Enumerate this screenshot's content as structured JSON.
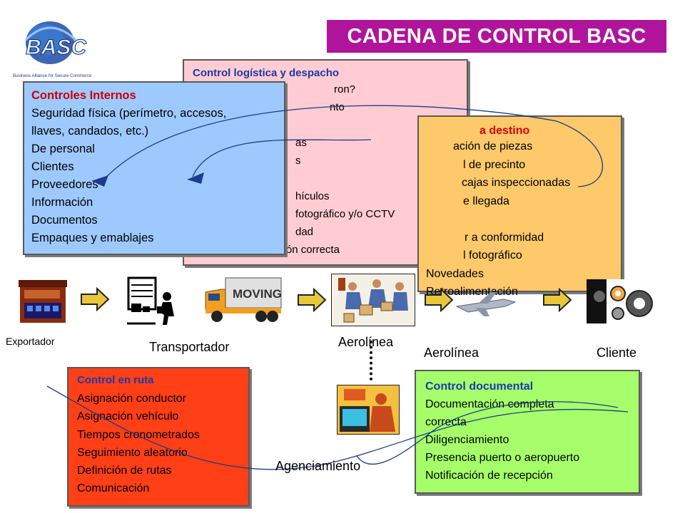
{
  "title": "CADENA DE CONTROL BASC",
  "logo": {
    "text": "BASC",
    "subtitle": "Business Alliance for Secure Commerce"
  },
  "boxes": {
    "logistica": {
      "title": "Control logística y despacho",
      "lines": [
        "ron?",
        "nto",
        "",
        "as",
        "s",
        "",
        "hículos",
        "fotográfico y/o CCTV",
        "dad",
        "Etiquetas y marcación correcta"
      ]
    },
    "destino": {
      "title": "a destino",
      "lines": [
        "ación de piezas",
        "l de precinto",
        "cajas inspeccionadas",
        "e llegada",
        "",
        "r a conformidad",
        "l fotográfico",
        "Novedades",
        "Retroalimentación"
      ]
    },
    "internos": {
      "title": "Controles Internos",
      "lines": [
        "Seguridad física (perímetro, accesos,",
        "llaves, candados, etc.)",
        "De personal",
        "Clientes",
        "Proveedores",
        "Información",
        "Documentos",
        "Empaques y emablajes"
      ]
    },
    "ruta": {
      "title": "Control en ruta",
      "lines": [
        "Asignación conductor",
        "Asignación vehículo",
        "Tiempos cronometrados",
        "Seguimiento aleatorio",
        "Definición de rutas",
        "Comunicación"
      ]
    },
    "documental": {
      "title": "Control documental",
      "lines": [
        "Documentación completa",
        "correcta",
        "Diligenciamiento",
        "Presencia puerto o aeropuerto",
        "Notificación de recepción"
      ]
    }
  },
  "labels": {
    "exportador": "Exportador",
    "transportador": "Transportador",
    "aerolinea1": "Aerolínea",
    "aerolinea2": "Aerolínea",
    "cliente": "Cliente",
    "agenciamiento": "Agenciamiento"
  },
  "truck_text": "MOVING",
  "colors": {
    "title_bg": "#b0149a",
    "logistica_bg": "#ffccd3",
    "destino_bg": "#fdc96a",
    "internos_bg": "#9ec9ff",
    "ruta_bg": "#ff3f16",
    "documental_bg": "#a6ff6a",
    "head_blue": "#1b3aa0",
    "head_red": "#cc0000",
    "curve": "#1c3c8c"
  }
}
